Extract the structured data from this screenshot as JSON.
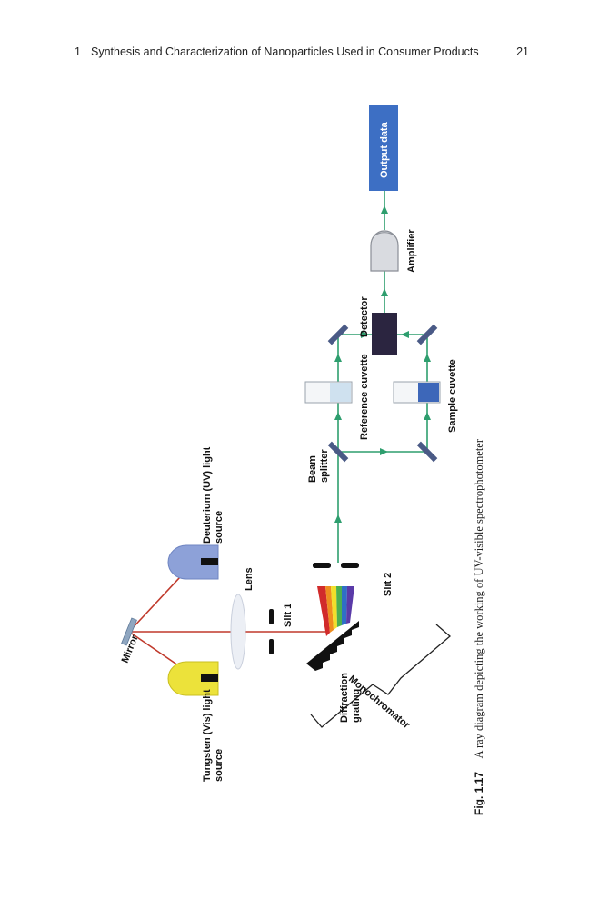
{
  "header": {
    "chapter_number": "1",
    "chapter_title": "Synthesis and Characterization of Nanoparticles Used in Consumer Products",
    "page_number": "21"
  },
  "diagram": {
    "labels": {
      "tungsten_line1": "Tungsten (Vis) light",
      "tungsten_line2": "source",
      "deuterium_line1": "Deuterium (UV) light",
      "deuterium_line2": "source",
      "mirror": "Mirror",
      "lens": "Lens",
      "slit1": "Slit 1",
      "slit2": "Slit 2",
      "grating_line1": "Diffraction",
      "grating_line2": "grating",
      "monochromator": "Monochromator",
      "beam_splitter_line1": "Beam",
      "beam_splitter_line2": "splitter",
      "reference_cuvette": "Reference cuvette",
      "sample_cuvette": "Sample cuvette",
      "detector": "Detector",
      "amplifier": "Amplifier",
      "output_data": "Output data"
    },
    "colors": {
      "light_ray": "#c0392b",
      "beam": "#2e9e6e",
      "output_box": "#3d6fc4",
      "detector": "#2b2540",
      "tungsten": "#ece23a",
      "deuterium": "#8da1d8",
      "sample_liquid": "#3d67b9",
      "reference_liquid": "#cfe1ef"
    }
  },
  "caption": {
    "label": "Fig. 1.17",
    "text": "A ray diagram depicting the working of UV-visible spectrophotometer"
  }
}
